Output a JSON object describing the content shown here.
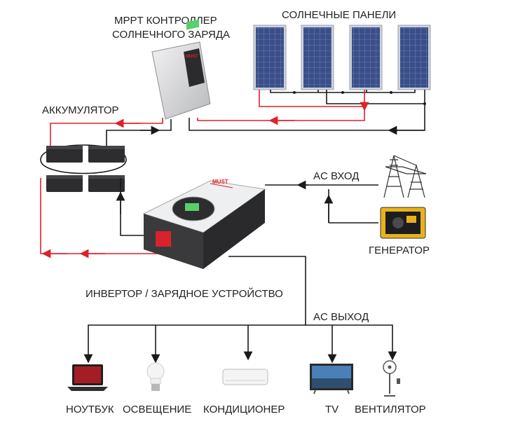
{
  "labels": {
    "mppt_line1": "MPPT КОНТРОЛЛЕР",
    "mppt_line2": "СОЛНЕЧНОГО ЗАРЯДА",
    "solar_panels": "СОЛНЕЧНЫЕ ПАНЕЛИ",
    "battery": "АККУМУЛЯТОР",
    "ac_input": "AC ВХОД",
    "generator": "ГЕНЕРАТОР",
    "inverter": "ИНВЕРТОР / ЗАРЯДНОЕ УСТРОЙСТВО",
    "ac_output": "AC ВЫХОД"
  },
  "loads": [
    {
      "id": "laptop",
      "label": "НОУТБУК"
    },
    {
      "id": "lighting",
      "label": "ОСВЕЩЕНИЕ"
    },
    {
      "id": "ac",
      "label": "КОНДИЦИОНЕР"
    },
    {
      "id": "tv",
      "label": "TV"
    },
    {
      "id": "fan",
      "label": "ВЕНТИЛЯТОР"
    }
  ],
  "brand": "MUST",
  "colors": {
    "positive_wire": "#e0202a",
    "negative_wire": "#1a1a1a",
    "panel_cell": "#3a4f8a",
    "device_body": "#d9dadc"
  }
}
